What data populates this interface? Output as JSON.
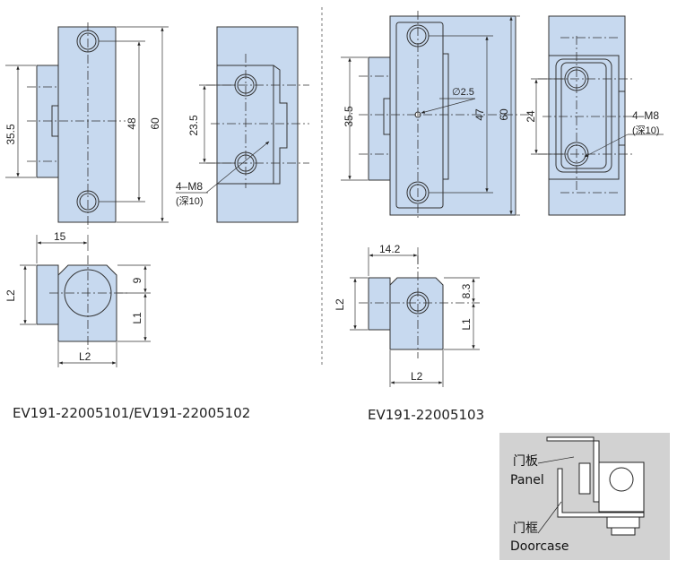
{
  "captions": {
    "left": "EV191-22005101/EV191-22005102",
    "right": "EV191-22005103"
  },
  "dims": {
    "d35_5": "35.5",
    "d48": "48",
    "d60": "60",
    "d23_5": "23.5",
    "d4m8": "4–M8",
    "depth10": "(深10)",
    "d15": "15",
    "d9": "9",
    "l1": "L1",
    "l2": "L2",
    "d2_5": "∅2.5",
    "d47": "47",
    "d24": "24",
    "d14_2": "14.2",
    "d8_3": "8.3"
  },
  "legend": {
    "panel_cn": "门板",
    "panel_en": "Panel",
    "doorcase_cn": "门框",
    "doorcase_en": "Doorcase"
  },
  "colors": {
    "part_fill": "#c7d9ef",
    "line": "#333333",
    "legend_bg": "#d2d2d2"
  }
}
